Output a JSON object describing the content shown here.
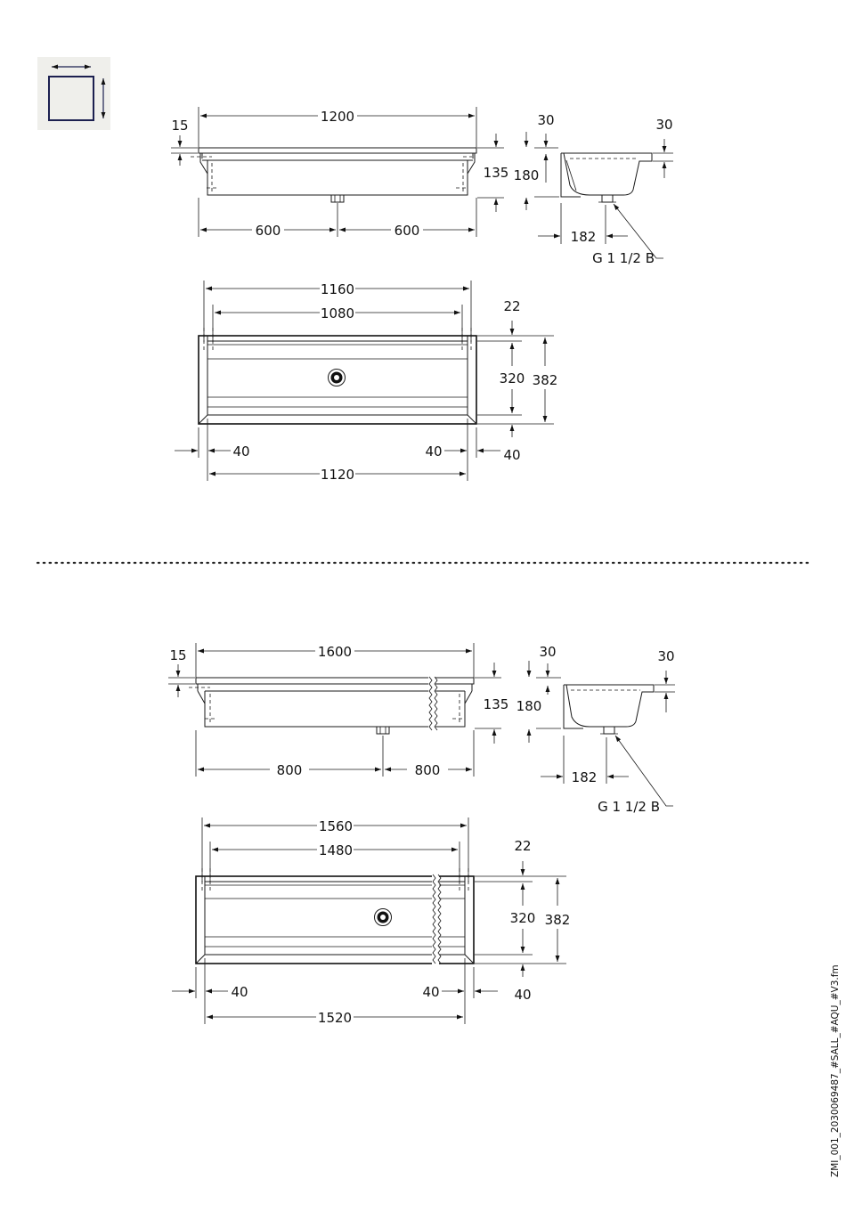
{
  "icon": {
    "name": "dimensions-icon",
    "bg": "#efefeb",
    "stroke": "#1c2050"
  },
  "top": {
    "front": {
      "overall": "1200",
      "rim": "15",
      "depth": "135",
      "left": "600",
      "right": "600"
    },
    "side": {
      "rim_left": "30",
      "rim_right": "30",
      "height": "180",
      "offset": "182",
      "thread": "G 1 1/2 B"
    },
    "plan": {
      "outer": "1160",
      "inner": "1080",
      "edge": "22",
      "depth": "320",
      "total": "382",
      "left": "40",
      "right": "40",
      "bottom": "40",
      "width": "1120"
    }
  },
  "bottom": {
    "front": {
      "overall": "1600",
      "rim": "15",
      "depth": "135",
      "left": "800",
      "right": "800"
    },
    "side": {
      "rim_left": "30",
      "rim_right": "30",
      "height": "180",
      "offset": "182",
      "thread": "G 1 1/2 B"
    },
    "plan": {
      "outer": "1560",
      "inner": "1480",
      "edge": "22",
      "depth": "320",
      "total": "382",
      "left": "40",
      "right": "40",
      "bottom": "40",
      "width": "1520"
    }
  },
  "doc_ref": "ZMI_001_2030069487_#SALL_#AQU_#V3.fm"
}
